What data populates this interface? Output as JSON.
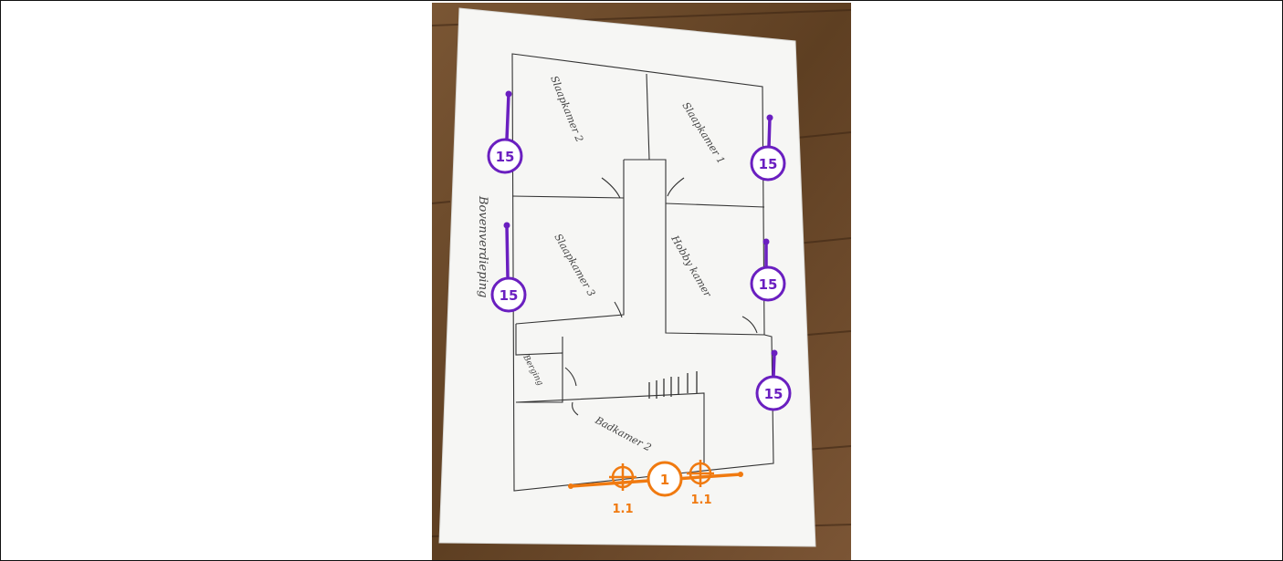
{
  "floorplan": {
    "rooms": [
      {
        "id": "slaapkamer-2",
        "label": "Slaapkamer 2"
      },
      {
        "id": "slaapkamer-1",
        "label": "Slaapkamer 1"
      },
      {
        "id": "slaapkamer-3",
        "label": "Slaapkamer 3"
      },
      {
        "id": "hobby-kamer",
        "label": "Hobby kamer"
      },
      {
        "id": "berging",
        "label": "Berging"
      },
      {
        "id": "badkamer-2",
        "label": "Badkamer 2"
      }
    ],
    "side_title": "Bovenverdieping"
  },
  "markers": {
    "wall_badges": [
      "15",
      "15",
      "15",
      "15",
      "15"
    ],
    "main_badge": "1",
    "sub_labels": [
      "1.1",
      "1.1"
    ]
  },
  "colors": {
    "wall_marker": "#6a1fc0",
    "line_marker": "#f07a10",
    "wood": "#6b4a2c"
  }
}
